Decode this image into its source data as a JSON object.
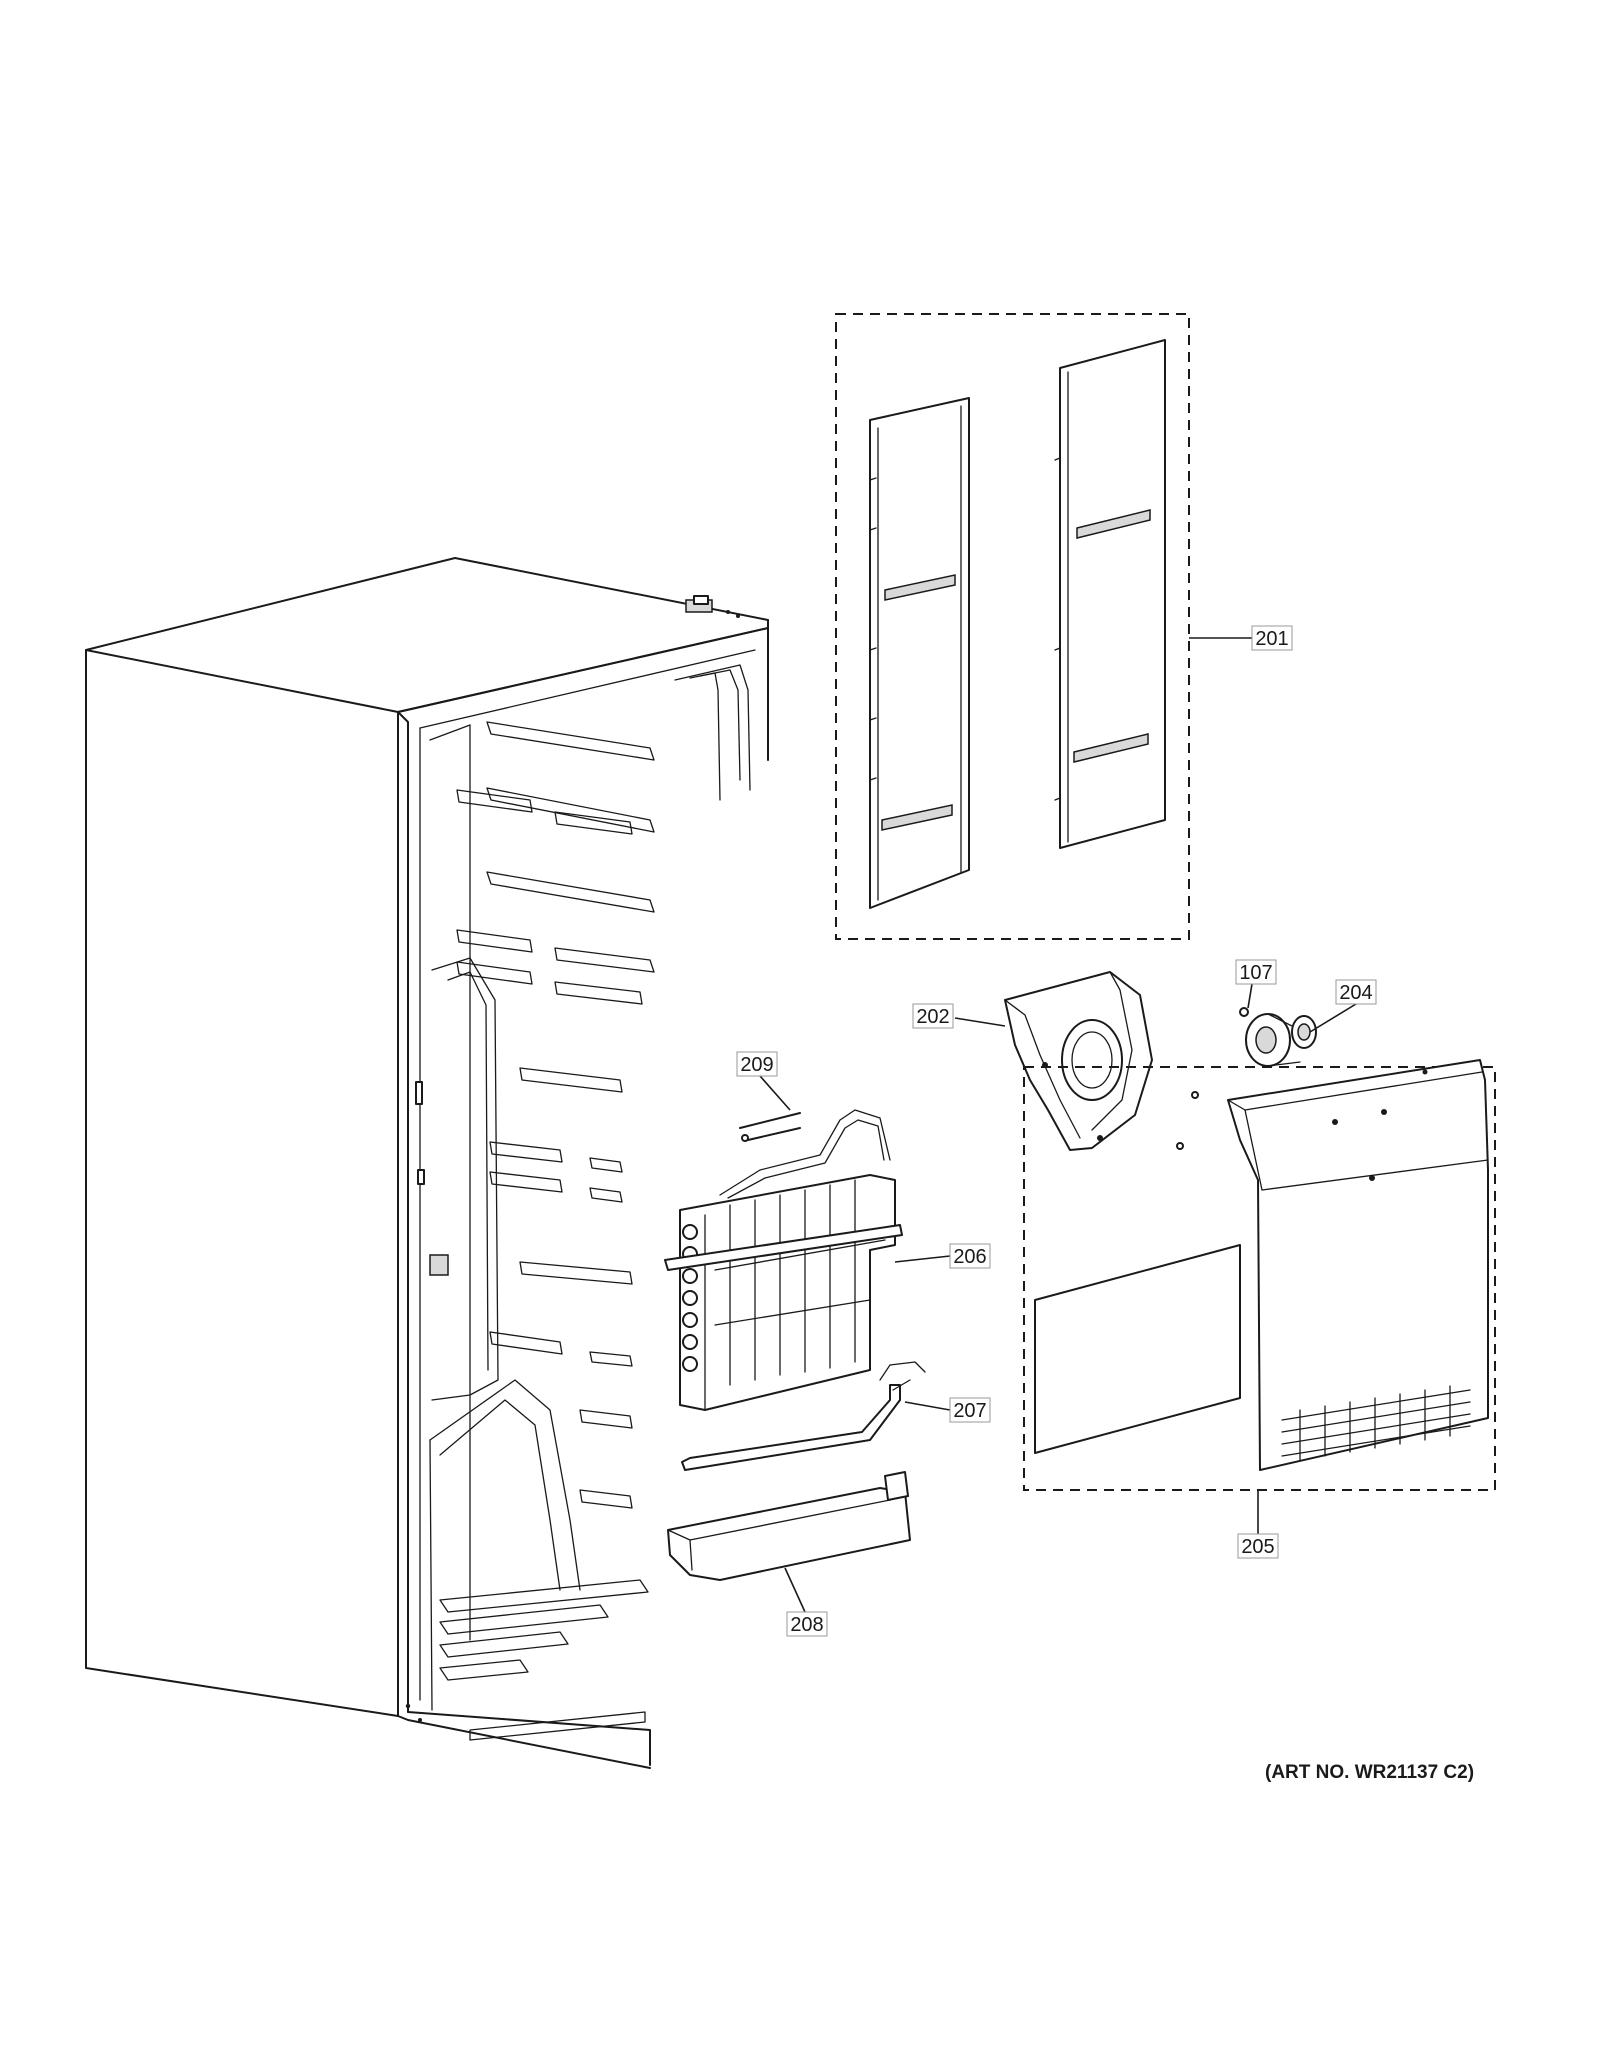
{
  "callouts": [
    {
      "id": "201",
      "label": "201"
    },
    {
      "id": "202",
      "label": "202"
    },
    {
      "id": "107",
      "label": "107"
    },
    {
      "id": "204",
      "label": "204"
    },
    {
      "id": "205",
      "label": "205"
    },
    {
      "id": "206",
      "label": "206"
    },
    {
      "id": "207",
      "label": "207"
    },
    {
      "id": "208",
      "label": "208"
    },
    {
      "id": "209",
      "label": "209"
    }
  ],
  "art_number": "(ART NO. WR21137 C2)"
}
